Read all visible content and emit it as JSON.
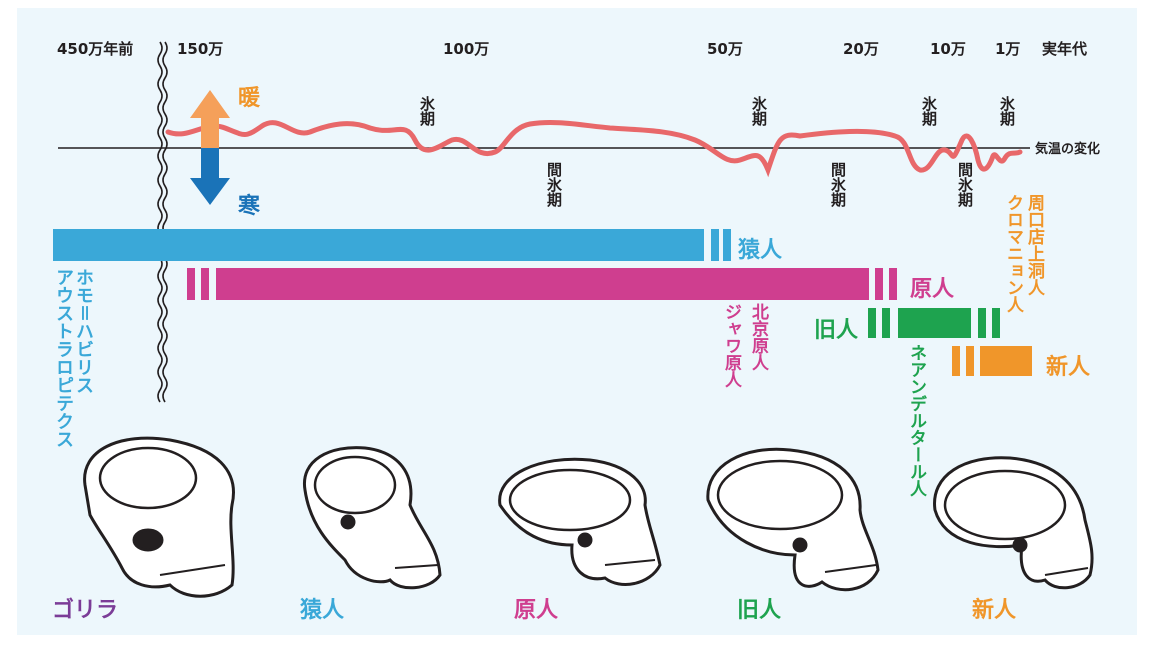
{
  "timeline": {
    "ticks": [
      "450万年前",
      "150万",
      "100万",
      "50万",
      "20万",
      "10万",
      "1万",
      "実年代"
    ]
  },
  "climate": {
    "warm_label": "暖",
    "cold_label": "寒",
    "curve_label": "気温の変化",
    "glacial": [
      "氷期",
      "氷期",
      "氷期",
      "氷期"
    ],
    "interglacial": [
      "間氷期",
      "間氷期",
      "間氷期"
    ]
  },
  "colors": {
    "enjin": "#3aa8d8",
    "genjin": "#cf3e8f",
    "kyujin": "#1ea34f",
    "shinjin": "#f0962a",
    "gorilla": "#7b3c97",
    "curve": "#e8686a",
    "warm_arrow": "#f5a05a",
    "cold_arrow": "#1a73b8"
  },
  "groups": {
    "enjin": "猿人",
    "genjin": "原人",
    "kyujin": "旧人",
    "shinjin": "新人"
  },
  "species": {
    "australopithecus": "アウストラロピテクス",
    "homo_habilis": "ホモ＝ハビリス",
    "java": "ジャワ原人",
    "peking": "北京原人",
    "neanderthal": "ネアンデルタール人",
    "cromagnon": "クロマニョン人",
    "zhoukoudian": "周口店上洞人"
  },
  "skulls": {
    "gorilla": "ゴリラ",
    "enjin": "猿人",
    "genjin": "原人",
    "kyujin": "旧人",
    "shinjin": "新人"
  }
}
